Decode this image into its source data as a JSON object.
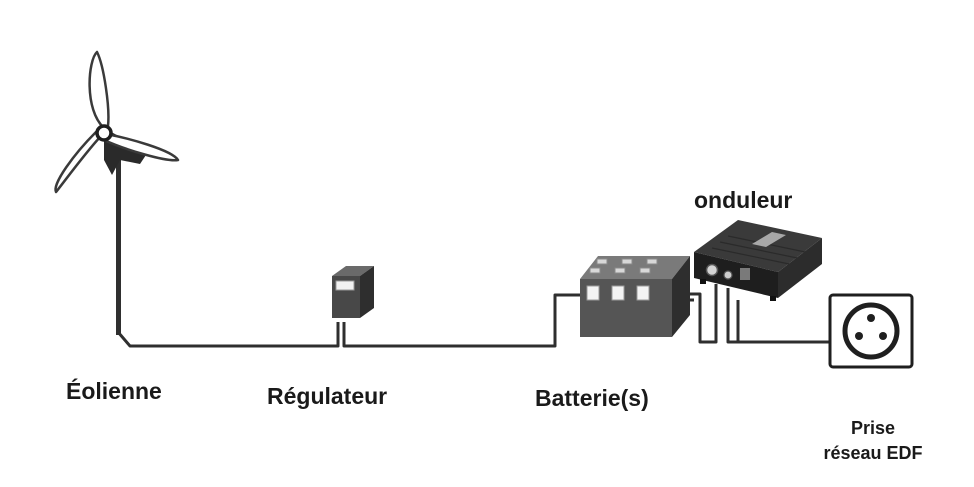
{
  "labels": {
    "eolienne": "Éolienne",
    "regulateur": "Régulateur",
    "batteries": "Batterie(s)",
    "onduleur": "onduleur",
    "prise_line1": "Prise",
    "prise_line2": "réseau EDF"
  },
  "icons": [
    "wind-turbine-icon",
    "regulator-icon",
    "battery-icon",
    "inverter-icon",
    "power-outlet-icon"
  ],
  "colors": {
    "wire": "#2f2f2f",
    "device": "#4f4f4f",
    "device_dark": "#2a2a2a",
    "label": "#1a1a1a"
  }
}
